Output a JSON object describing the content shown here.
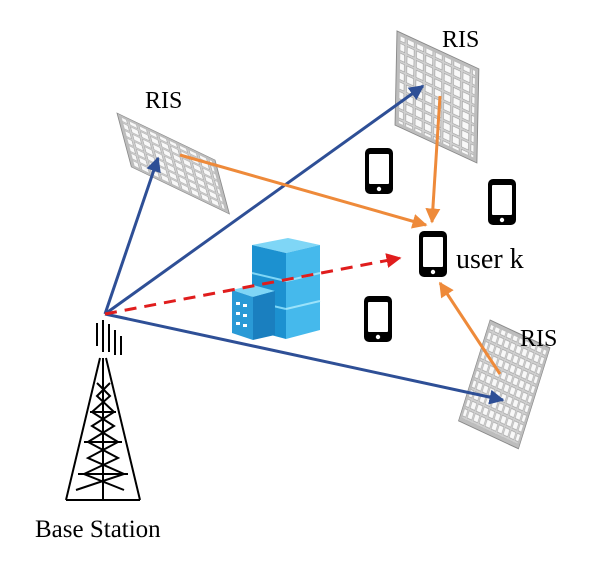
{
  "labels": {
    "ris_1": "RIS",
    "ris_2": "RIS",
    "ris_3": "RIS",
    "user": "user k",
    "base_station": "Base Station"
  },
  "colors": {
    "bs_to_ris_link": "#2e4f96",
    "ris_to_user_link": "#ee8a3a",
    "direct_link": "#e01d1d",
    "ris_panel": "#d9d9d9",
    "ris_cell": "#f7f7f7",
    "building_light": "#4bbfef",
    "building_dark": "#1f8fcf",
    "phone": "#000000",
    "tower": "#000000"
  },
  "icons": {
    "ris_panel": "ris-panel-icon",
    "phone": "smartphone-icon",
    "building": "building-icon",
    "tower": "base-station-tower-icon"
  }
}
